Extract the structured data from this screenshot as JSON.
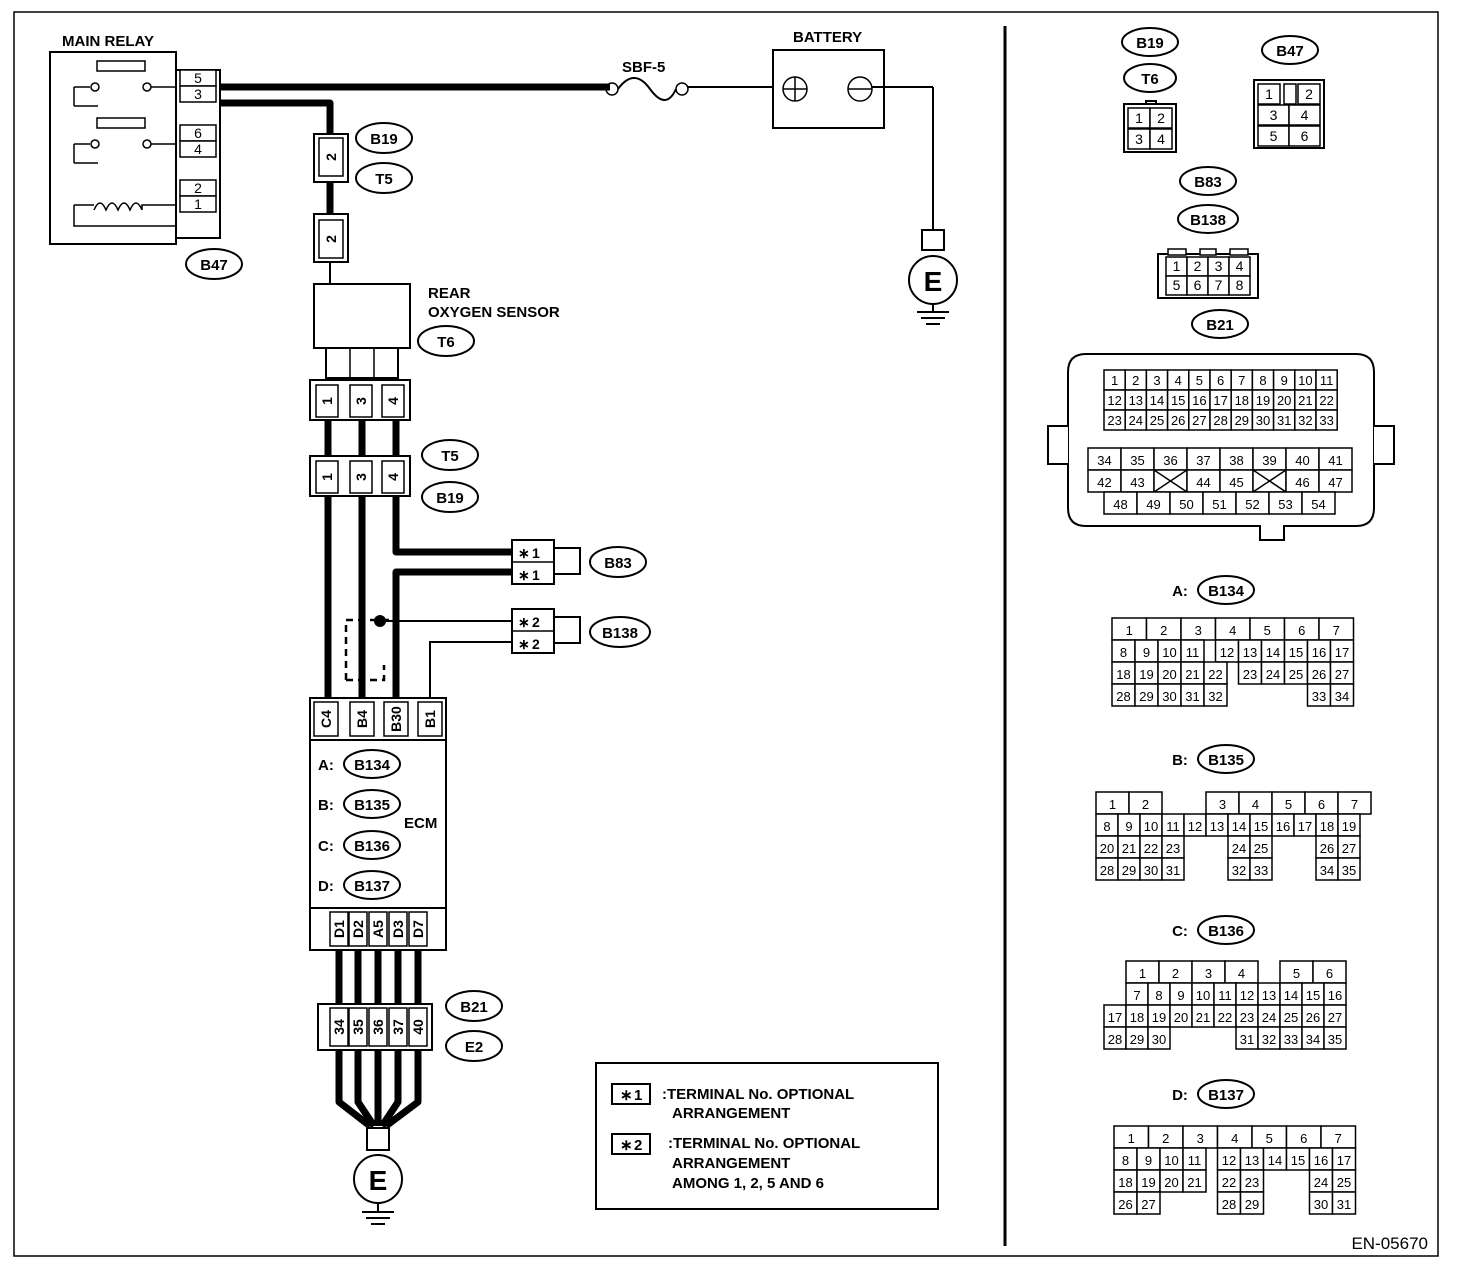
{
  "main_relay": {
    "title": "MAIN RELAY",
    "pins": [
      "5",
      "3",
      "6",
      "4",
      "2",
      "1"
    ],
    "connector": "B47"
  },
  "fuse": {
    "label": "SBF-5"
  },
  "battery": {
    "title": "BATTERY"
  },
  "ground": {
    "label": "E"
  },
  "b19_t5_top": {
    "conn_a": "B19",
    "conn_b": "T5",
    "pin": "2"
  },
  "oxygen_sensor": {
    "title_1": "REAR",
    "title_2": "OXYGEN SENSOR",
    "connector": "T6",
    "pins": [
      "1",
      "3",
      "4"
    ]
  },
  "t5_b19_mid": {
    "conn_a": "T5",
    "conn_b": "B19",
    "pins": [
      "1",
      "3",
      "4"
    ]
  },
  "b83": {
    "connector": "B83",
    "pins": [
      "1",
      "1"
    ]
  },
  "b138": {
    "connector": "B138",
    "pins": [
      "2",
      "2"
    ]
  },
  "ecm": {
    "title": "ECM",
    "top_pins": [
      "C4",
      "B4",
      "B30",
      "B1"
    ],
    "connectors": [
      {
        "prefix": "A:",
        "id": "B134"
      },
      {
        "prefix": "B:",
        "id": "B135"
      },
      {
        "prefix": "C:",
        "id": "B136"
      },
      {
        "prefix": "D:",
        "id": "B137"
      }
    ],
    "bottom_pins": [
      "D1",
      "D2",
      "A5",
      "D3",
      "D7"
    ]
  },
  "b21_e2": {
    "conn_a": "B21",
    "conn_b": "E2",
    "pins": [
      "34",
      "35",
      "36",
      "37",
      "40"
    ]
  },
  "legend": {
    "star": "∗",
    "items": [
      {
        "mark": "1",
        "line1": ":TERMINAL No. OPTIONAL",
        "line2": "ARRANGEMENT",
        "line3": ""
      },
      {
        "mark": "2",
        "line1": ":TERMINAL No. OPTIONAL",
        "line2": "ARRANGEMENT",
        "line3": "AMONG 1, 2, 5  AND 6"
      }
    ]
  },
  "right_panel": {
    "b19_t6": {
      "labels": [
        "B19",
        "T6"
      ],
      "rows": [
        [
          "1",
          "2"
        ],
        [
          "3",
          "4"
        ]
      ]
    },
    "b47": {
      "label": "B47",
      "rows": [
        [
          "1",
          "",
          "2"
        ],
        [
          "3",
          "4"
        ],
        [
          "5",
          "6"
        ]
      ]
    },
    "b83_b138": {
      "labels": [
        "B83",
        "B138"
      ],
      "rows": [
        [
          "1",
          "2",
          "3",
          "4"
        ],
        [
          "5",
          "6",
          "7",
          "8"
        ]
      ]
    },
    "b21": {
      "label": "B21",
      "upper_rows": [
        [
          "1",
          "2",
          "3",
          "4",
          "5",
          "6",
          "7",
          "8",
          "9",
          "10",
          "11"
        ],
        [
          "12",
          "13",
          "14",
          "15",
          "16",
          "17",
          "18",
          "19",
          "20",
          "21",
          "22"
        ],
        [
          "23",
          "24",
          "25",
          "26",
          "27",
          "28",
          "29",
          "30",
          "31",
          "32",
          "33"
        ]
      ],
      "lower_rows": [
        [
          "34",
          "35",
          "36",
          "37",
          "38",
          "39",
          "40",
          "41"
        ],
        [
          "42",
          "43",
          "",
          "44",
          "45",
          "",
          "46",
          "47"
        ],
        [
          "48",
          "49",
          "50",
          "51",
          "52",
          "53",
          "54"
        ]
      ]
    },
    "b134": {
      "prefix": "A:",
      "label": "B134",
      "rows": [
        [
          "1",
          "2",
          "3",
          "4",
          "5",
          "6",
          "7"
        ],
        [
          "8",
          "9",
          "10",
          "11",
          "12",
          "13",
          "14",
          "15",
          "16",
          "17"
        ],
        [
          "18",
          "19",
          "20",
          "21",
          "22",
          "23",
          "24",
          "25",
          "26",
          "27"
        ],
        [
          "28",
          "29",
          "30",
          "31",
          "32",
          "33",
          "34"
        ]
      ]
    },
    "b135": {
      "prefix": "B:",
      "label": "B135",
      "rows": [
        [
          "1",
          "2",
          "3",
          "4",
          "5",
          "6",
          "7"
        ],
        [
          "8",
          "9",
          "10",
          "11",
          "12",
          "13",
          "14",
          "15",
          "16",
          "17",
          "18",
          "19"
        ],
        [
          "20",
          "21",
          "22",
          "23",
          "24",
          "25",
          "26",
          "27"
        ],
        [
          "28",
          "29",
          "30",
          "31",
          "32",
          "33",
          "34",
          "35"
        ]
      ]
    },
    "b136": {
      "prefix": "C:",
      "label": "B136",
      "rows": [
        [
          "1",
          "2",
          "3",
          "4",
          "5",
          "6"
        ],
        [
          "7",
          "8",
          "9",
          "10",
          "11",
          "12",
          "13",
          "14",
          "15",
          "16"
        ],
        [
          "17",
          "18",
          "19",
          "20",
          "21",
          "22",
          "23",
          "24",
          "25",
          "26",
          "27"
        ],
        [
          "28",
          "29",
          "30",
          "31",
          "32",
          "33",
          "34",
          "35"
        ]
      ]
    },
    "b137": {
      "prefix": "D:",
      "label": "B137",
      "rows": [
        [
          "1",
          "2",
          "3",
          "4",
          "5",
          "6",
          "7"
        ],
        [
          "8",
          "9",
          "10",
          "11",
          "12",
          "13",
          "14",
          "15",
          "16",
          "17"
        ],
        [
          "18",
          "19",
          "20",
          "21",
          "22",
          "23",
          "24",
          "25"
        ],
        [
          "26",
          "27",
          "28",
          "29",
          "30",
          "31"
        ]
      ]
    }
  },
  "figure_code": "EN-05670"
}
